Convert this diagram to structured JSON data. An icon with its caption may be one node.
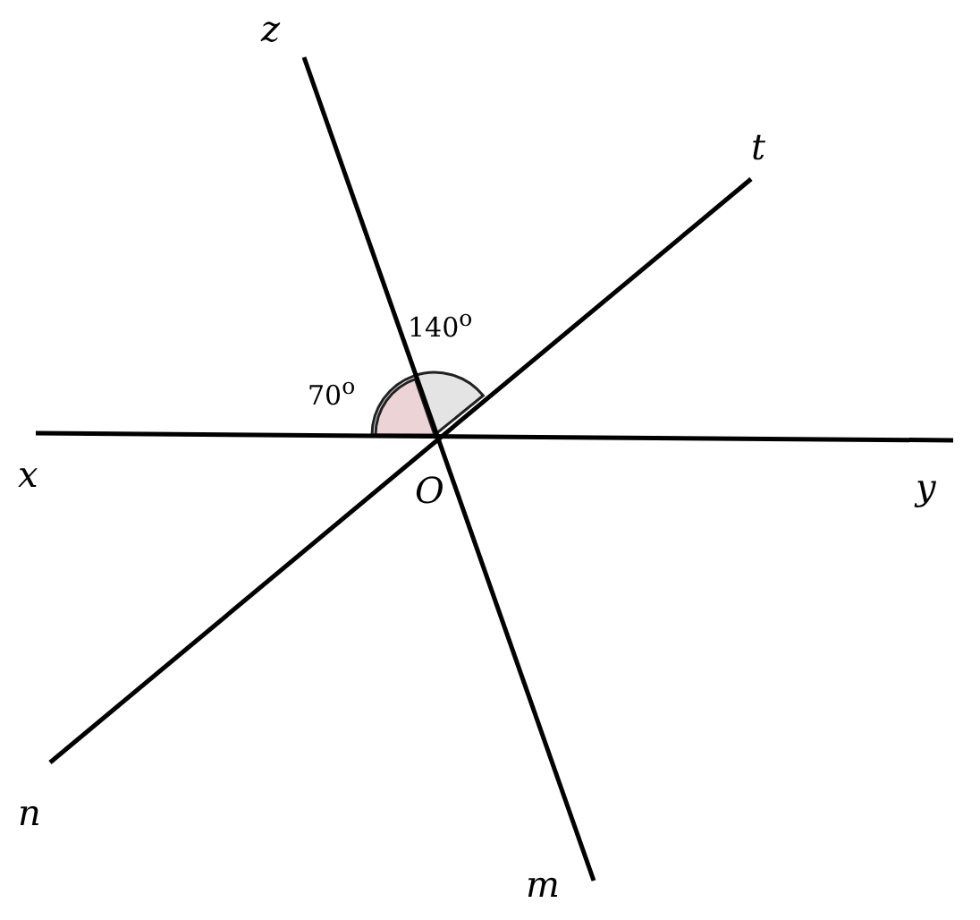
{
  "diagram": {
    "labels": [
      "z",
      "t",
      "140$^{o}$",
      "70$^{o}$",
      "x",
      "O",
      "y",
      "n",
      "m"
    ]
  }
}
